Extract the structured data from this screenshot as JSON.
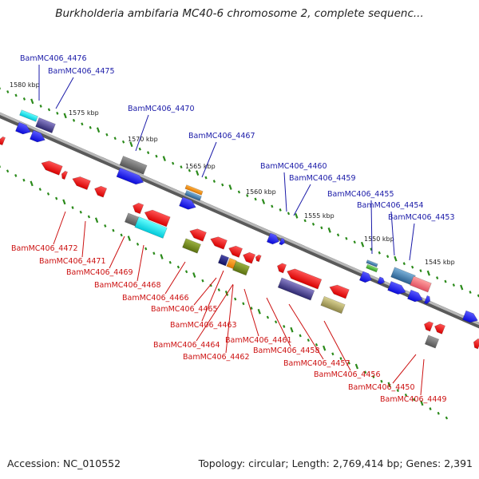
{
  "title": "Burkholderia ambifaria MC40-6 chromosome 2, complete sequenc...",
  "footer": {
    "accession": "Accession: NC_010552",
    "info": "Topology: circular; Length: 2,769,414 bp; Genes: 2,391"
  },
  "colors": {
    "backbone": "#8a8a8a",
    "label_forward": "#1a1aa8",
    "label_reverse": "#cc1111",
    "tick_marks": "#2a8a1a"
  },
  "ticks": [
    "1580 kbp",
    "1575 kbp",
    "1570 kbp",
    "1565 kbp",
    "1560 kbp",
    "1555 kbp",
    "1550 kbp",
    "1545 kbp"
  ],
  "forward_labels": [
    "BamMC406_4476",
    "BamMC406_4475",
    "BamMC406_4470",
    "BamMC406_4467",
    "BamMC406_4460",
    "BamMC406_4459",
    "BamMC406_4455",
    "BamMC406_4454",
    "BamMC406_4453"
  ],
  "reverse_labels": [
    "BamMC406_4472",
    "BamMC406_4471",
    "BamMC406_4469",
    "BamMC406_4468",
    "BamMC406_4466",
    "BamMC406_4465",
    "BamMC406_4463",
    "BamMC406_4464",
    "BamMC406_4462",
    "BamMC406_4461",
    "BamMC406_4458",
    "BamMC406_4457",
    "BamMC406_4456",
    "BamMC406_4450",
    "BamMC406_4449"
  ]
}
